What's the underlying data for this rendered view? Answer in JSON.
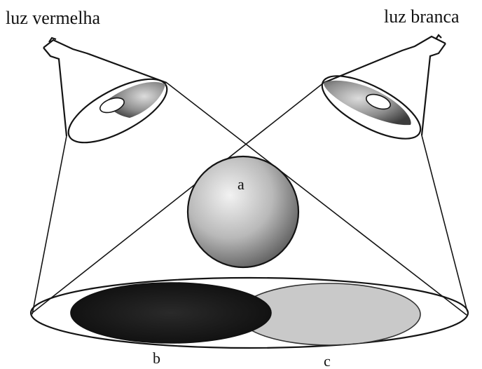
{
  "labels": {
    "left_lamp": "luz vermelha",
    "right_lamp": "luz branca",
    "ball": "a",
    "shadow_left": "b",
    "shadow_right": "c"
  },
  "colors": {
    "ink": "#141414",
    "dark_shadow": "#141414",
    "light_shadow": "#c9c9c9",
    "background": "#ffffff"
  }
}
